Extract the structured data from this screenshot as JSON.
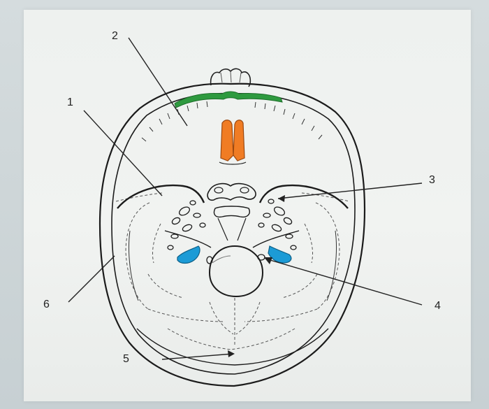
{
  "labels": [
    {
      "id": "1",
      "text": "1"
    },
    {
      "id": "2",
      "text": "2"
    },
    {
      "id": "3",
      "text": "3"
    },
    {
      "id": "4",
      "text": "4"
    },
    {
      "id": "5",
      "text": "5"
    },
    {
      "id": "6",
      "text": "6"
    }
  ],
  "colors": {
    "green_region": "#2e9a3f",
    "orange_region": "#f07c24",
    "blue_region": "#1c9bd6",
    "line": "#1b1b1b"
  }
}
